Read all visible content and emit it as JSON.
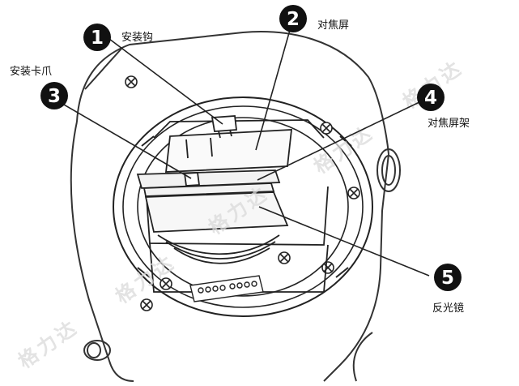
{
  "figure": {
    "callouts": [
      {
        "number": "1",
        "label": "安装钩"
      },
      {
        "number": "2",
        "label": "对焦屏"
      },
      {
        "number": "3",
        "label": "安装卡爪"
      },
      {
        "number": "4",
        "label": "对焦屏架"
      },
      {
        "number": "5",
        "label": "反光镜"
      }
    ],
    "watermark": "格力达",
    "colors": {
      "line": "#222222",
      "marker": "#111111",
      "background": "#ffffff"
    }
  }
}
